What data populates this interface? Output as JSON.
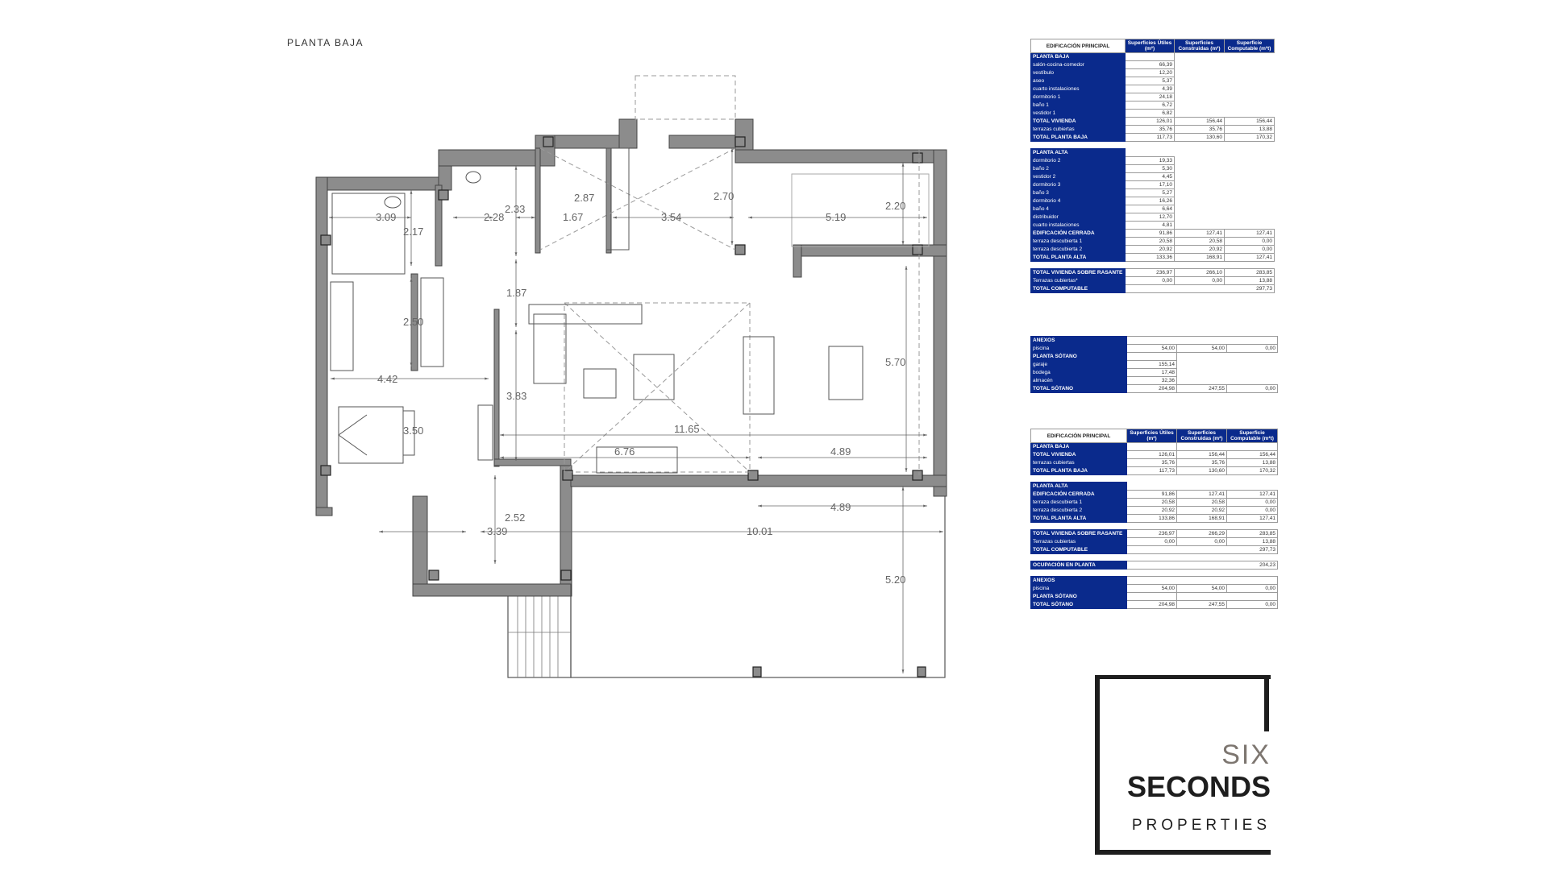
{
  "plan": {
    "title": "PLANTA BAJA",
    "dimensions": {
      "d309": "3.09",
      "d217": "2.17",
      "d228": "2.28",
      "d233": "2.33",
      "d167": "1.67",
      "d287": "2.87",
      "d354": "3.54",
      "d270": "2.70",
      "d519": "5.19",
      "d220": "2.20",
      "d187": "1.87",
      "d250": "2.50",
      "d442": "4.42",
      "d383": "3.83",
      "d350": "3.50",
      "d1165": "11.65",
      "d570": "5.70",
      "d676": "6.76",
      "d489a": "4.89",
      "d489b": "4.89",
      "d252": "2.52",
      "d339": "3.39",
      "d1001": "10.01",
      "d520": "5.20"
    }
  },
  "colors": {
    "table_header": "#0a2a8c",
    "wall": "#8c8c8c",
    "logo_six": "#7d7670"
  },
  "table1": {
    "headers": [
      "EDIFICACIÓN PRINCIPAL",
      "Superficies Útiles (m²)",
      "Superficies Construidas (m²)",
      "Superficie Computable (m²t)"
    ],
    "planta_baja_label": "PLANTA BAJA",
    "pb_rows": [
      {
        "label": "salón-cocina-comedor",
        "util": "66,39"
      },
      {
        "label": "vestíbulo",
        "util": "12,20"
      },
      {
        "label": "aseo",
        "util": "5,37"
      },
      {
        "label": "cuarto instalaciones",
        "util": "4,39"
      },
      {
        "label": "dormitorio 1",
        "util": "24,18"
      },
      {
        "label": "baño 1",
        "util": "6,72"
      },
      {
        "label": "vestidor 1",
        "util": "6,82"
      }
    ],
    "pb_totals": [
      {
        "label": "TOTAL VIVIENDA",
        "util": "126,01",
        "cons": "156,44",
        "comp": "156,44"
      },
      {
        "label": "terrazas cubiertas",
        "util": "35,76",
        "cons": "35,76",
        "comp": "13,88"
      },
      {
        "label": "TOTAL PLANTA BAJA",
        "util": "117,73",
        "cons": "130,60",
        "comp": "170,32"
      }
    ],
    "planta_alta_label": "PLANTA ALTA",
    "pa_rows": [
      {
        "label": "dormitorio 2",
        "util": "19,33"
      },
      {
        "label": "baño 2",
        "util": "5,30"
      },
      {
        "label": "vestidor 2",
        "util": "4,45"
      },
      {
        "label": "dormitorio 3",
        "util": "17,10"
      },
      {
        "label": "baño 3",
        "util": "5,27"
      },
      {
        "label": "dormitorio 4",
        "util": "16,26"
      },
      {
        "label": "baño 4",
        "util": "6,64"
      },
      {
        "label": "distribuidor",
        "util": "12,70"
      },
      {
        "label": "cuarto instalaciones",
        "util": "4,81"
      }
    ],
    "pa_totals": [
      {
        "label": "EDIFICACIÓN CERRADA",
        "util": "91,86",
        "cons": "127,41",
        "comp": "127,41"
      },
      {
        "label": "terraza descubierta 1",
        "util": "20,58",
        "cons": "20,58",
        "comp": "0,00"
      },
      {
        "label": "terraza descubierta 2",
        "util": "20,92",
        "cons": "20,92",
        "comp": "0,00"
      },
      {
        "label": "TOTAL PLANTA ALTA",
        "util": "133,36",
        "cons": "168,91",
        "comp": "127,41"
      }
    ],
    "summary": [
      {
        "label": "TOTAL VIVIENDA SOBRE RASANTE",
        "util": "236,97",
        "cons": "266,10",
        "comp": "283,85"
      },
      {
        "label": "Terrazas cubiertas*",
        "util": "0,00",
        "cons": "0,00",
        "comp": "13,88"
      },
      {
        "label": "TOTAL COMPUTABLE",
        "util": "",
        "cons": "",
        "comp": "297,73"
      }
    ]
  },
  "table2": {
    "anexos_label": "ANEXOS",
    "piscina": {
      "label": "piscina",
      "util": "54,00",
      "cons": "54,00",
      "comp": "0,00"
    },
    "sotano_label": "PLANTA SÓTANO",
    "sotano_rows": [
      {
        "label": "garaje",
        "util": "155,14"
      },
      {
        "label": "bodega",
        "util": "17,48"
      },
      {
        "label": "almacén",
        "util": "32,36"
      }
    ],
    "total": {
      "label": "TOTAL SÓTANO",
      "util": "204,98",
      "cons": "247,55",
      "comp": "0,00"
    }
  },
  "table3": {
    "headers": [
      "EDIFICACIÓN PRINCIPAL",
      "Superficies Útiles (m²)",
      "Superficies Construidas (m²)",
      "Superficie Computable (m²t)"
    ],
    "planta_baja_label": "PLANTA BAJA",
    "pb_rows": [
      {
        "label": "TOTAL VIVIENDA",
        "util": "126,01",
        "cons": "156,44",
        "comp": "156,44"
      },
      {
        "label": "terrazas cubiertas",
        "util": "35,76",
        "cons": "35,76",
        "comp": "13,88"
      },
      {
        "label": "TOTAL PLANTA BAJA",
        "util": "117,73",
        "cons": "130,60",
        "comp": "170,32"
      }
    ],
    "planta_alta_label": "PLANTA ALTA",
    "pa_rows": [
      {
        "label": "EDIFICACIÓN CERRADA",
        "util": "91,86",
        "cons": "127,41",
        "comp": "127,41"
      },
      {
        "label": "terraza descubierta 1",
        "util": "20,58",
        "cons": "20,58",
        "comp": "0,00"
      },
      {
        "label": "terraza descubierta 2",
        "util": "20,92",
        "cons": "20,92",
        "comp": "0,00"
      },
      {
        "label": "TOTAL PLANTA ALTA",
        "util": "133,86",
        "cons": "168,91",
        "comp": "127,41"
      }
    ],
    "summary": [
      {
        "label": "TOTAL VIVIENDA SOBRE RASANTE",
        "util": "236,97",
        "cons": "266,29",
        "comp": "283,85"
      },
      {
        "label": "Terrazas cubiertas",
        "util": "0,00",
        "cons": "0,00",
        "comp": "13,88"
      },
      {
        "label": "TOTAL COMPUTABLE",
        "util": "",
        "cons": "",
        "comp": "297,73"
      }
    ],
    "ocupacion": {
      "label": "OCUPACIÓN EN PLANTA",
      "comp": "204,23"
    },
    "anexos_label": "ANEXOS",
    "piscina": {
      "label": "piscina",
      "util": "54,00",
      "cons": "54,00",
      "comp": "0,00"
    },
    "sotano_label": "PLANTA SÓTANO",
    "sotano_total": {
      "label": "TOTAL SÓTANO",
      "util": "204,98",
      "cons": "247,55",
      "comp": "0,00"
    }
  },
  "logo": {
    "six": "SIX",
    "seconds": "SECONDS",
    "properties": "PROPERTIES"
  }
}
